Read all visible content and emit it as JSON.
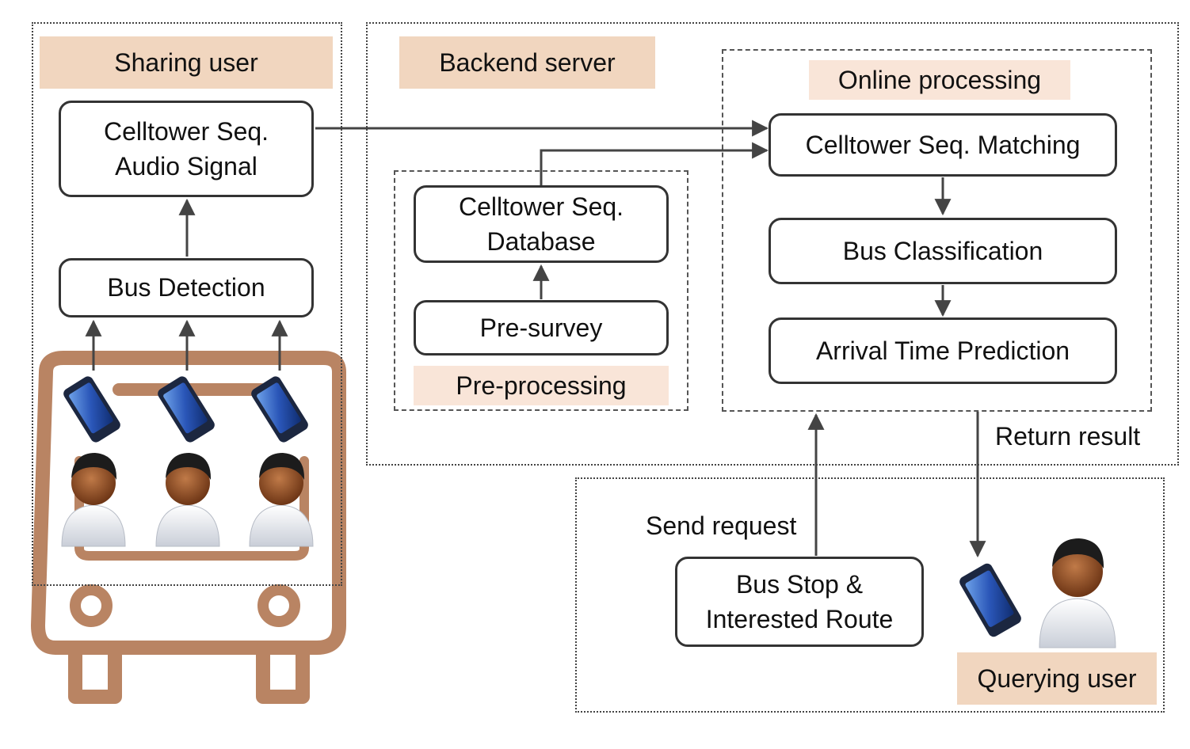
{
  "sharing_user": {
    "title": "Sharing user",
    "celltower_box": {
      "line1": "Celltower Seq.",
      "line2": "Audio Signal"
    },
    "bus_detection": "Bus Detection"
  },
  "backend": {
    "title": "Backend server",
    "preprocessing": {
      "title": "Pre-processing",
      "database": {
        "line1": "Celltower Seq.",
        "line2": "Database"
      },
      "presurvey": "Pre-survey"
    },
    "online": {
      "title": "Online processing",
      "matching": "Celltower Seq. Matching",
      "classification": "Bus Classification",
      "prediction": "Arrival Time Prediction"
    },
    "return_result": "Return result"
  },
  "querying_user": {
    "title": "Querying user",
    "send_request": "Send request",
    "request_box": {
      "line1": "Bus Stop &",
      "line2": "Interested Route"
    }
  },
  "colors": {
    "bus": "#b98463",
    "phone": "#2a56b8",
    "skin": "#8a4a25",
    "hair": "#1c1c1c",
    "tag": "#f1d6bf",
    "arrow": "#444444"
  }
}
